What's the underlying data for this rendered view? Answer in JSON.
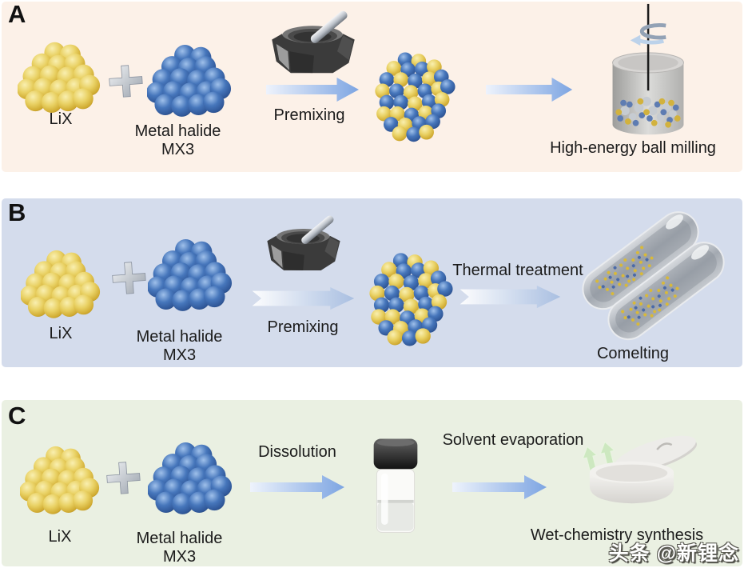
{
  "panel_a": {
    "label": "A",
    "reagent1": "LiX",
    "reagent2_line1": "Metal halide",
    "reagent2_line2": "MX3",
    "step1": "Premixing",
    "result": "High-energy ball milling"
  },
  "panel_b": {
    "label": "B",
    "reagent1": "LiX",
    "reagent2_line1": "Metal halide",
    "reagent2_line2": "MX3",
    "step1": "Premixing",
    "step2": "Thermal treatment",
    "result": "Comelting"
  },
  "panel_c": {
    "label": "C",
    "reagent1": "LiX",
    "reagent2_line1": "Metal halide",
    "reagent2_line2": "MX3",
    "step1": "Dissolution",
    "step2": "Solvent evaporation",
    "result": "Wet-chemistry synthesis"
  },
  "watermark": "头条 @新锂念",
  "icons": {
    "plus": "+",
    "mortar-pestle": "grinding mortar and pestle",
    "ball-mill": "rotating ball-mill jar",
    "rotation-arrow": "spin arrow",
    "ampoules": "two sealed glass ampoules with powder",
    "vial": "capped vial with solution",
    "crucible": "open crucible with tilted lid",
    "vapor-arrows": "upward evaporation arrows"
  },
  "colors": {
    "panel_a_bg": "#fcf1e8",
    "panel_b_bg": "#d4dcec",
    "panel_c_bg": "#eaf0e2",
    "lix_yellow": "#e9d164",
    "mx3_blue": "#3f6fb5",
    "arrow_blue": "#84a9e3",
    "vapor_green": "#cde8c0",
    "text": "#1b1b1b",
    "watermark_fill": "#ffffff"
  }
}
